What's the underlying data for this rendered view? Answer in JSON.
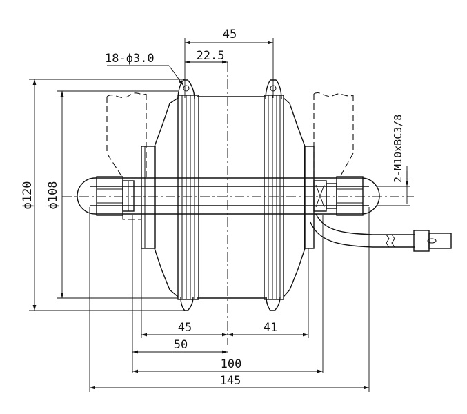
{
  "dimensions": {
    "hub_width": "45",
    "half_width": "22.5",
    "spoke_holes": "18-ϕ3.0",
    "rim_outer_dia": "ϕ120",
    "rim_inner_dia": "ϕ108",
    "thread_spec": "2-M10xBC3/8",
    "left_offset": "45",
    "right_offset": "41",
    "left_total": "50",
    "dropout_width": "100",
    "axle_length": "145"
  }
}
